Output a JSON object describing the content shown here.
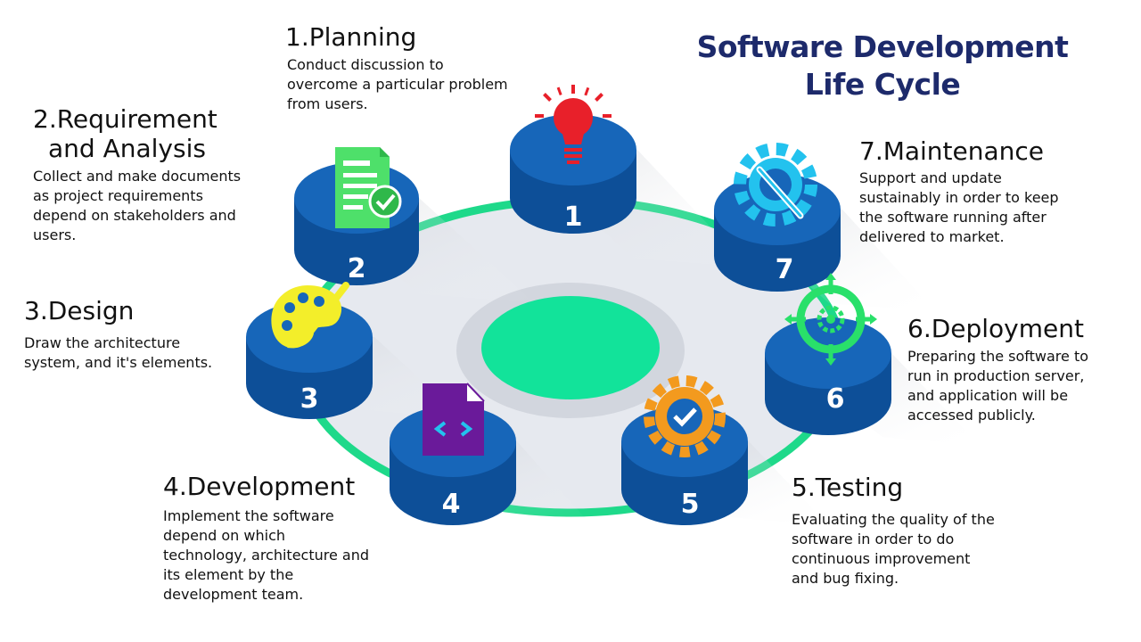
{
  "title": {
    "line1": "Software Development",
    "line2": "Life Cycle"
  },
  "colors": {
    "ring": "#1ed98a",
    "center": "#12e39a",
    "disc_top": "#1766b9",
    "disc_side": "#0d4f98",
    "title": "#1d2a6b"
  },
  "steps": [
    {
      "number": "1",
      "title": "1.Planning",
      "desc_lines": [
        "Conduct discussion to",
        "overcome a particular problem",
        "from users."
      ],
      "icon": "lightbulb-icon"
    },
    {
      "number": "2",
      "title_lines": [
        "2.Requirement",
        "and Analysis"
      ],
      "desc_lines": [
        "Collect and make documents",
        "as project requirements",
        "depend on stakeholders and",
        "users."
      ],
      "icon": "document-check-icon"
    },
    {
      "number": "3",
      "title": "3.Design",
      "desc_lines": [
        "Draw the architecture",
        "system, and it's elements."
      ],
      "icon": "palette-brush-icon"
    },
    {
      "number": "4",
      "title": "4.Development",
      "desc_lines": [
        "Implement the software",
        "depend on which",
        "technology, architecture and",
        "its element by the",
        "development team."
      ],
      "icon": "code-file-icon"
    },
    {
      "number": "5",
      "title": "5.Testing",
      "desc_lines": [
        "Evaluating the quality of the",
        "software in order to do",
        "continuous improvement",
        "and bug fixing."
      ],
      "icon": "gear-check-icon"
    },
    {
      "number": "6",
      "title": "6.Deployment",
      "desc_lines": [
        "Preparing the software to",
        "run in production server,",
        "and application will be",
        "accessed publicly."
      ],
      "icon": "deploy-target-icon"
    },
    {
      "number": "7",
      "title": "7.Maintenance",
      "desc_lines": [
        "Support and update",
        "sustainably in order to keep",
        "the software running after",
        "delivered to market."
      ],
      "icon": "gear-wrench-icon"
    }
  ]
}
